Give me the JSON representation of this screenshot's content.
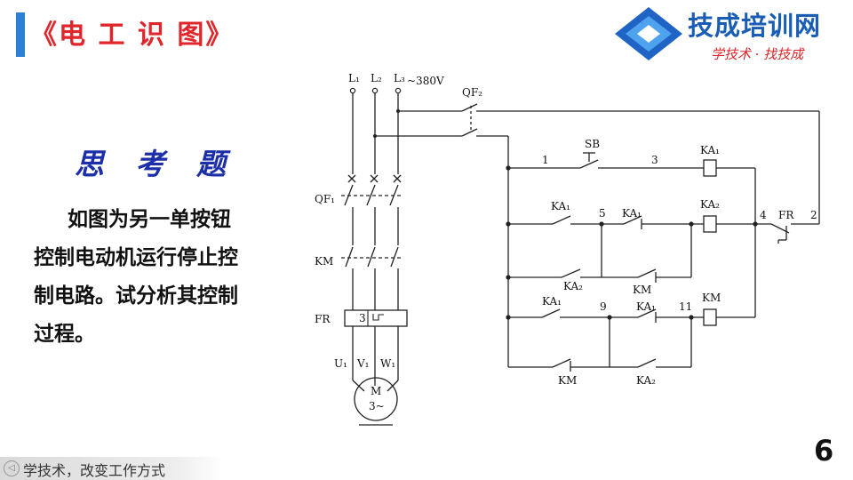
{
  "slide": {
    "title": "《电 工 识 图》",
    "page_number": "6"
  },
  "brand": {
    "name": "技成培训网",
    "slogan": "学技术 · 找技成"
  },
  "question": {
    "heading": "思 考 题",
    "lines": [
      "如图为另一单按钮",
      "控制电动机运行停止控",
      "制电路。试分析其控制",
      "过程。"
    ]
  },
  "footer": {
    "text": "学技术，改变工作方式"
  },
  "diagram": {
    "supply_lines": [
      "L₁",
      "L₂",
      "L₃"
    ],
    "voltage": "~380V",
    "breaker_main": "QF₁",
    "breaker_control": "QF₂",
    "contactor_main": "KM",
    "overload_main": "FR",
    "overload_box_number": "3",
    "motor_terminals": [
      "U₁",
      "V₁",
      "W₁"
    ],
    "motor_label": "M",
    "motor_phase": "3~",
    "pushbutton": "SB",
    "node_labels": [
      "1",
      "3",
      "5",
      "9",
      "11",
      "4",
      "2"
    ],
    "coils": [
      "KA₁",
      "KA₂",
      "KM"
    ],
    "contact_labels": [
      "KA₁",
      "KA₁",
      "KA₂",
      "KM",
      "KA₁",
      "KA₁",
      "KM",
      "KA₂"
    ],
    "overload_contact": "FR"
  }
}
